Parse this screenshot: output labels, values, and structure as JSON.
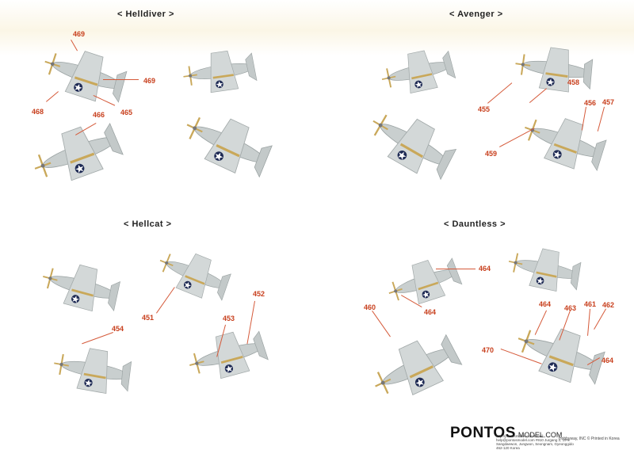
{
  "sections": {
    "helldiver": "< Helldiver >",
    "avenger": "< Avenger >",
    "hellcat": "< Hellcat >",
    "dauntless": "< Dauntless >"
  },
  "callouts": {
    "helldiver": [
      "469",
      "469",
      "468",
      "465",
      "466"
    ],
    "avenger": [
      "458",
      "455",
      "456",
      "457",
      "459"
    ],
    "hellcat": [
      "451",
      "452",
      "453",
      "454"
    ],
    "dauntless": [
      "464",
      "464",
      "460",
      "464",
      "463",
      "461",
      "462",
      "470",
      "464"
    ]
  },
  "footer": {
    "logo_brand": "PONTOS",
    "logo_web": "MODEL.COM",
    "address": "http://pontosmodel.com  Email: help@pontosmodel.com  #910 Jurgang 2, 19-6 Sangdaewon, Jungwon, Seongnam, Gyeonggido 462-120 Korea",
    "copyright": "Hobbyway, INC ©   Printed in Korea"
  },
  "colors": {
    "aircraft_gray": "#c9cfcf",
    "brass": "#c9a85a",
    "callout_red": "#c8401e",
    "insignia_blue": "#1f2b55"
  }
}
